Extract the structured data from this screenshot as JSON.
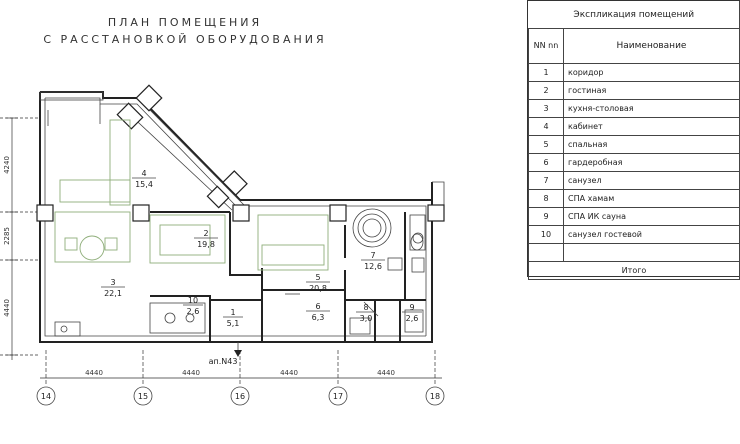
{
  "title": {
    "line1": "ПЛАН ПОМЕЩЕНИЯ",
    "line2": "С РАССТАНОВКОЙ ОБОРУДОВАНИЯ"
  },
  "legend": {
    "caption": "Экспликация помещений",
    "header_nn": "NN nn",
    "header_name": "Наименование",
    "rows": [
      {
        "nn": "1",
        "name": "коридор"
      },
      {
        "nn": "2",
        "name": "гостиная"
      },
      {
        "nn": "3",
        "name": "кухня-столовая"
      },
      {
        "nn": "4",
        "name": "кабинет"
      },
      {
        "nn": "5",
        "name": "спальная"
      },
      {
        "nn": "6",
        "name": "гардеробная"
      },
      {
        "nn": "7",
        "name": "санузел"
      },
      {
        "nn": "8",
        "name": "СПА хамам"
      },
      {
        "nn": "9",
        "name": "СПА ИК сауна"
      },
      {
        "nn": "10",
        "name": "санузел гостевой"
      }
    ],
    "total": "Итого"
  },
  "rooms": [
    {
      "num": "1",
      "area": "5,1"
    },
    {
      "num": "2",
      "area": "19,8"
    },
    {
      "num": "3",
      "area": "22,1"
    },
    {
      "num": "4",
      "area": "15,4"
    },
    {
      "num": "5",
      "area": "20,8"
    },
    {
      "num": "6",
      "area": "6,3"
    },
    {
      "num": "7",
      "area": "12,6"
    },
    {
      "num": "8",
      "area": "3,0"
    },
    {
      "num": "9",
      "area": "2,6"
    },
    {
      "num": "10",
      "area": "2,6"
    }
  ],
  "apartment_label": "ап.N43",
  "axes": [
    "14",
    "15",
    "16",
    "17",
    "18"
  ],
  "dims_bottom": [
    "4440",
    "4440",
    "4440",
    "4440"
  ],
  "dims_left": [
    "4240",
    "2285",
    "4440"
  ]
}
